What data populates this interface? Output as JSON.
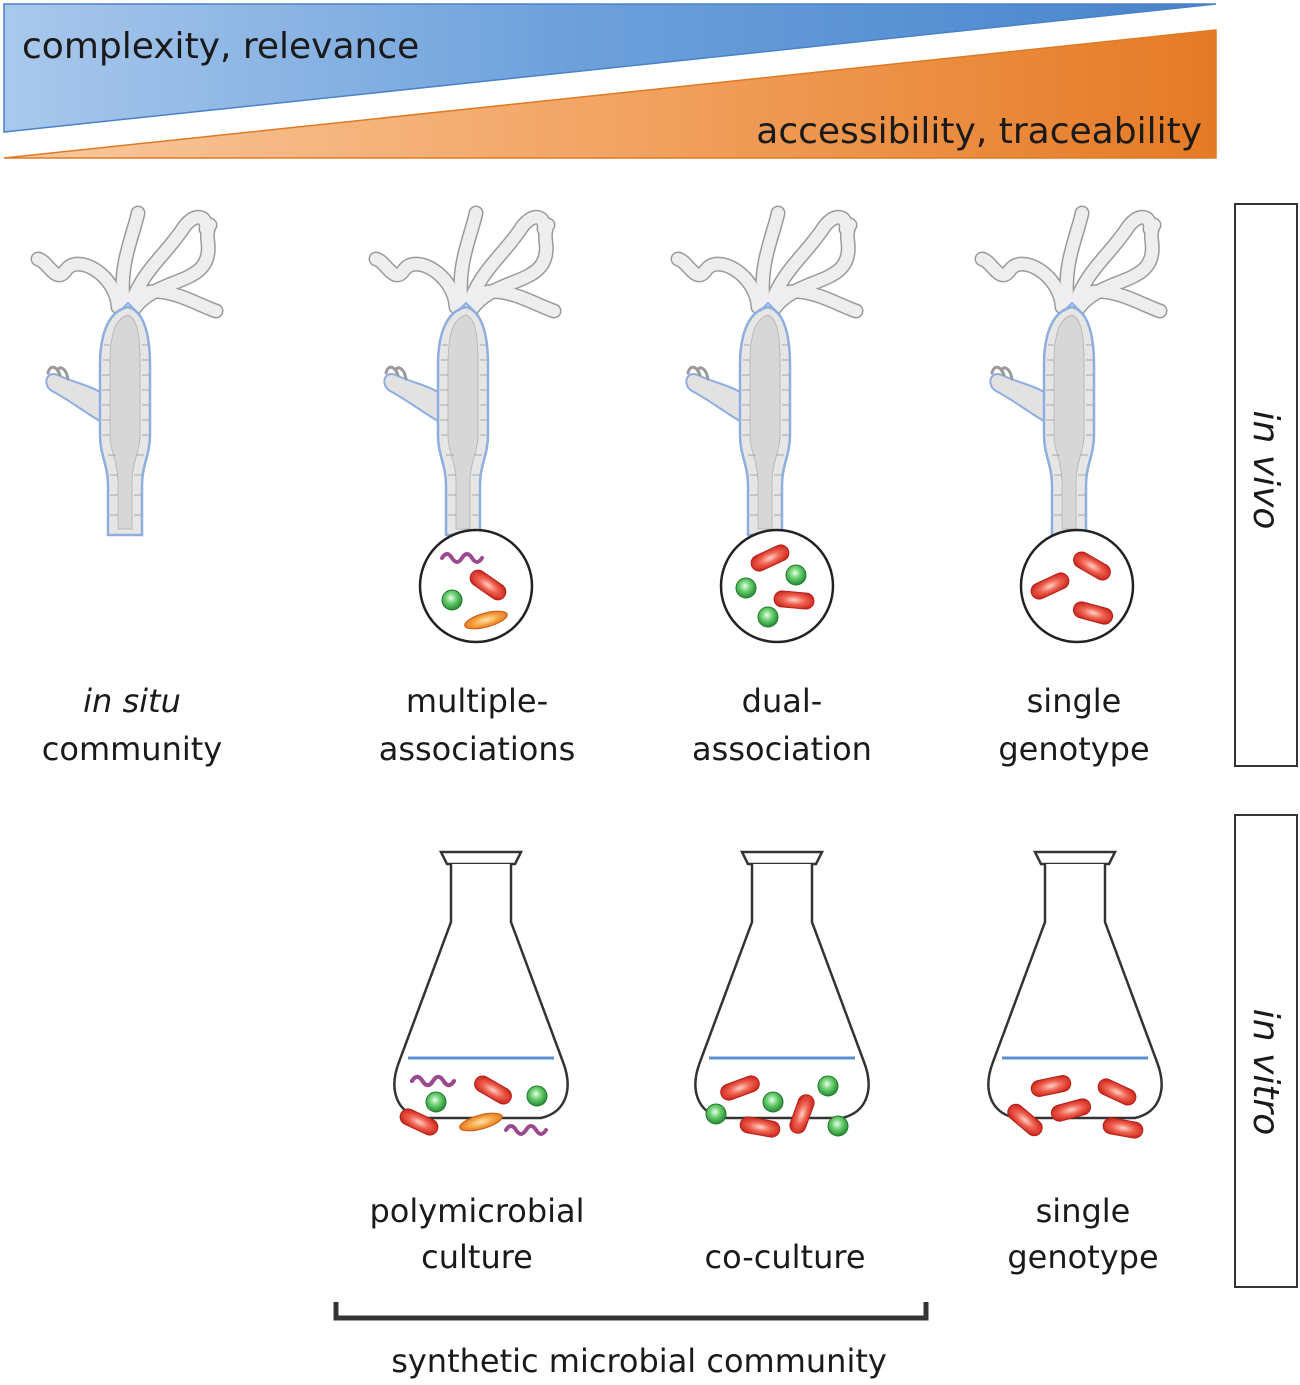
{
  "gradient": {
    "top_label": "complexity, relevance",
    "bottom_label": "accessibility, traceability",
    "top_color": "#4f8ccf",
    "bottom_color": "#e8822f"
  },
  "side_boxes": {
    "in_vivo": "in vivo",
    "in_vitro": "in vitro"
  },
  "in_vivo_columns": [
    {
      "line1": "in situ",
      "line2": "community",
      "line1_italic": true,
      "microbes": "none"
    },
    {
      "line1": "multiple-",
      "line2": "associations",
      "microbes": "mixed"
    },
    {
      "line1": "dual-",
      "line2": "association",
      "microbes": "dual"
    },
    {
      "line1": "single",
      "line2": "genotype",
      "microbes": "single"
    }
  ],
  "in_vitro_columns": [
    {
      "line1": "polymicrobial",
      "line2": "culture",
      "microbes": "mixed"
    },
    {
      "line1": "",
      "line2": "co-culture",
      "microbes": "dual"
    },
    {
      "line1": "single",
      "line2": "genotype",
      "microbes": "single"
    }
  ],
  "bracket_label": "synthetic microbial community",
  "colors": {
    "rod_red": "#e0322a",
    "coccus_green": "#3aa84a",
    "spirochete_purple": "#9b4a8f",
    "oval_orange": "#f08a2a",
    "hydra_fill": "#e4e4e4",
    "hydra_outline": "#8faee0",
    "liquid_line": "#5b8fd0"
  }
}
